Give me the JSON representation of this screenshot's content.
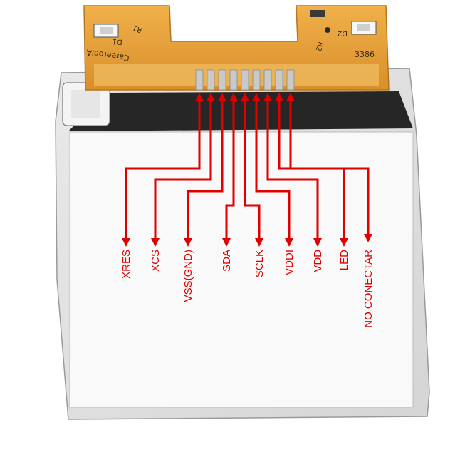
{
  "board": {
    "silkscreen": {
      "brand": "CareeroolA",
      "part_number": "3386",
      "resistor_left": "R1",
      "resistor_right": "R2",
      "diode_left": "D1",
      "diode_right": "D2"
    }
  },
  "pins": [
    {
      "label": "XRES"
    },
    {
      "label": "XCS"
    },
    {
      "label": "VSS(GND)"
    },
    {
      "label": "SDA"
    },
    {
      "label": "SCLK"
    },
    {
      "label": "VDDI"
    },
    {
      "label": "VDD"
    },
    {
      "label": "LED"
    },
    {
      "label": "NO CONECTAR"
    }
  ],
  "colors": {
    "arrow": "#e00000",
    "flex_pcb": "#e8a23a",
    "pad": "#c9c9c9",
    "lcd_glass": "#f7f7f7"
  }
}
